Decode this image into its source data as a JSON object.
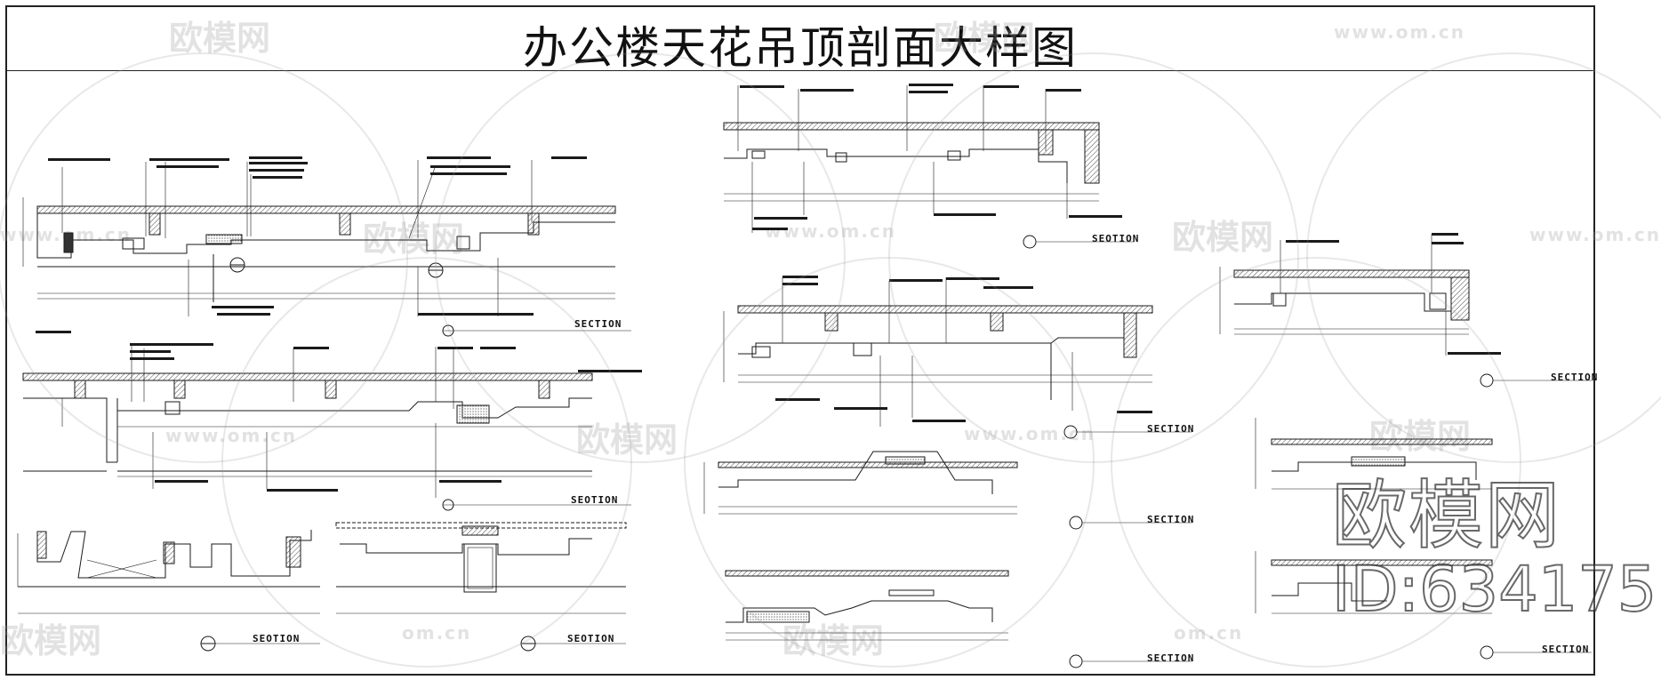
{
  "drawing": {
    "title": "办公楼天花吊顶剖面大样图"
  },
  "watermarks": {
    "brand_text": "欧模网",
    "url_text": "www.om.cn",
    "url_text_short": "om.cn"
  },
  "brand_stamp": {
    "logo_text": "欧模网",
    "id_text": "ID:634175"
  },
  "section_labels": {
    "section_word": "SECTION",
    "seotion_word": "SEOTION"
  },
  "colors": {
    "line": "#1a1a1a",
    "watermark": "#969696",
    "background": "#ffffff"
  }
}
